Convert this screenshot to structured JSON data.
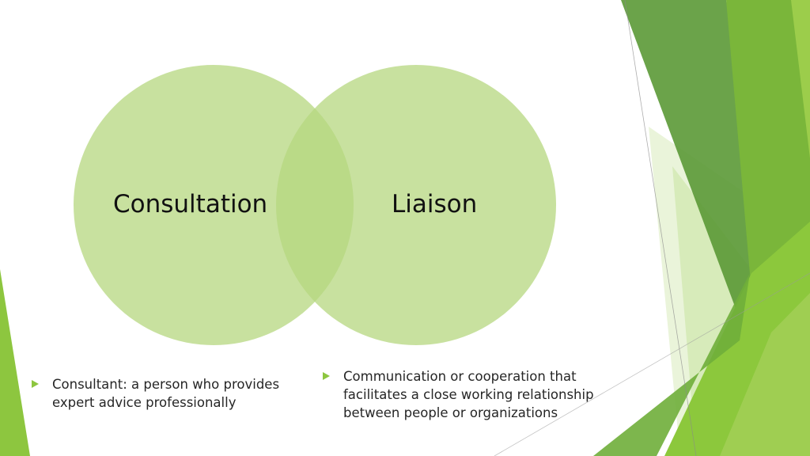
{
  "venn": {
    "left_label": "Consultation",
    "right_label": "Liaison"
  },
  "bullets": {
    "left": "Consultant: a person who provides expert advice professionally",
    "right": "Communication or cooperation that facilitates a close working relationship between people or organizations"
  },
  "colors": {
    "circle_fill": "#b5d77f",
    "overlap_fill": "#9cc35a",
    "accent": "#8dc63f"
  }
}
